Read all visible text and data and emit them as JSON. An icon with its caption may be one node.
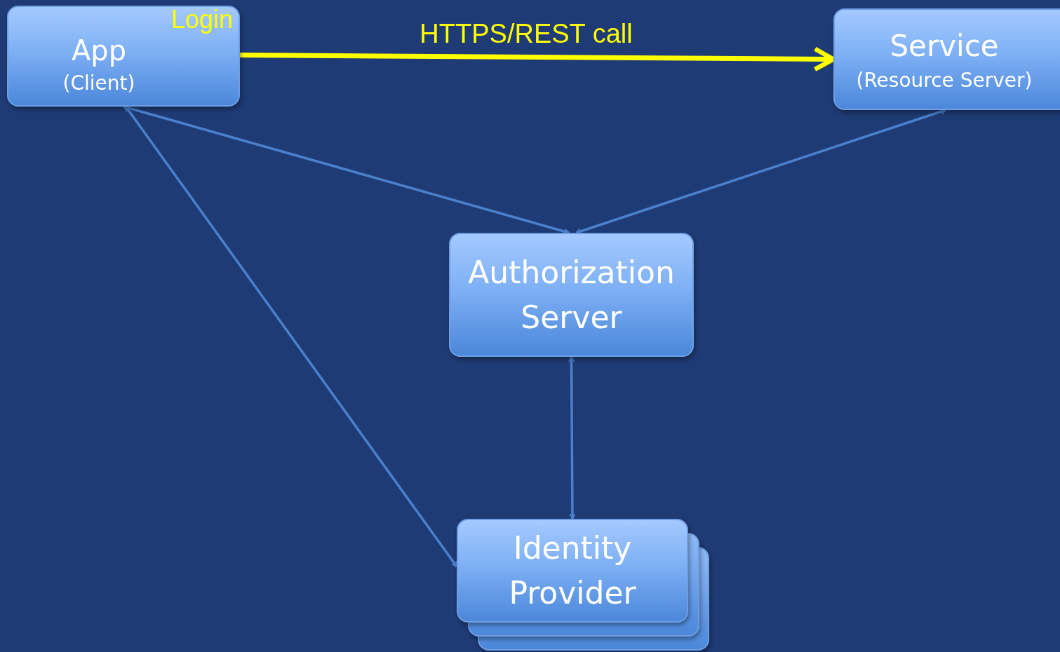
{
  "diagram": {
    "nodes": [
      {
        "text": [
          "App",
          "(Client)",
          "Login"
        ]
      },
      {
        "text": [
          "Service",
          "(Resource Server)"
        ]
      },
      {
        "text": [
          "Authorization Server"
        ]
      },
      {
        "text": [
          "Identity Provider"
        ]
      }
    ],
    "edges": [
      {
        "from": 0,
        "to": 1,
        "arrow": "to",
        "label": "HTTPS/REST call",
        "style": "thick",
        "color": "#ffff00"
      },
      {
        "from": 0,
        "to": 2,
        "arrow": "both"
      },
      {
        "from": 1,
        "to": 2,
        "arrow": "both"
      },
      {
        "from": 2,
        "to": 3,
        "arrow": "both"
      },
      {
        "from": 0,
        "to": 3,
        "arrow": "both"
      }
    ]
  }
}
